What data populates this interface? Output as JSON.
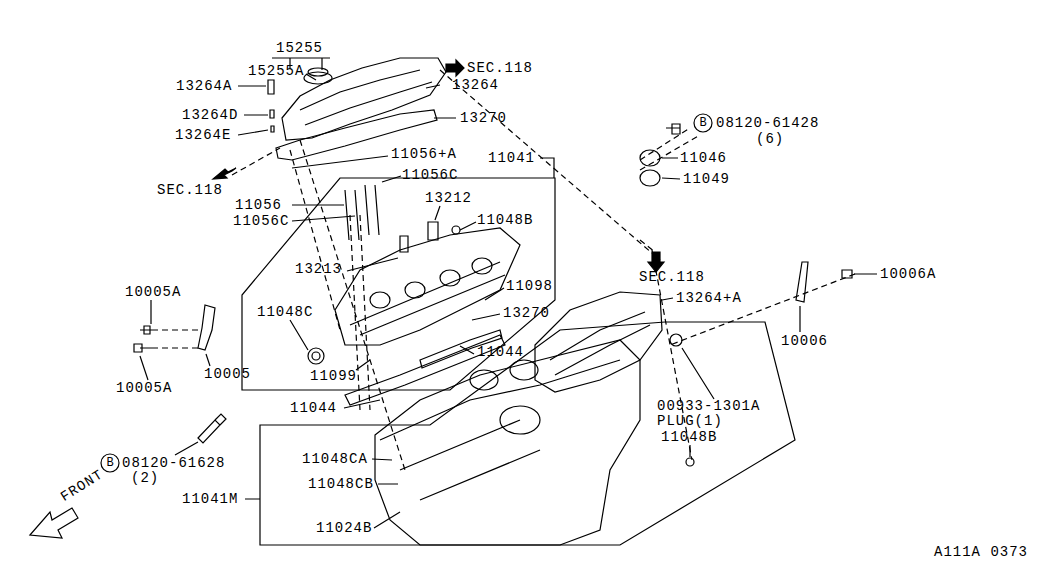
{
  "diagram": {
    "labels": [
      "15255",
      "15255A",
      "13264A",
      "SEC.118",
      "13264",
      "13264D",
      "13264E",
      "13270",
      "08120-61428",
      "B",
      "(6)",
      "11056+A",
      "11046",
      "11041",
      "11056C",
      "SEC.118",
      "11049",
      "13212",
      "11056",
      "11048B",
      "11056C",
      "13213",
      "SEC.118",
      "13264+A",
      "10006A",
      "11098",
      "10005A",
      "11048C",
      "13270",
      "11044",
      "10006",
      "10005A",
      "10005",
      "11099",
      "11044",
      "00933-1301A",
      "PLUG(1)",
      "11048B",
      "08120-61628",
      "B",
      "(2)",
      "11048CA",
      "11048CB",
      "11041M",
      "11024B",
      "FRONT",
      "A111A 0373"
    ]
  }
}
